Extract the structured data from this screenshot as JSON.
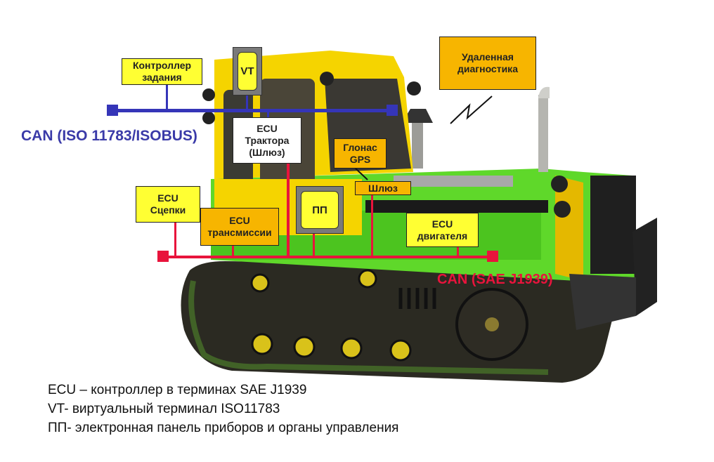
{
  "diagram": {
    "subject": "tractor",
    "buses": {
      "isobus": {
        "label": "CAN (ISO 11783/ISOBUS)",
        "color": "#3535b8"
      },
      "j1939": {
        "label": "CAN (SAE J1939)",
        "color": "#e8143c"
      }
    },
    "nodes": {
      "task_controller": {
        "label": "Контроллер\nзадания",
        "color": "#ffff33"
      },
      "vt": {
        "label": "VT",
        "color": "#ffff33"
      },
      "tractor_ecu": {
        "label": "ECU\nТрактора\n(Шлюз)",
        "color": "#ffffff"
      },
      "remote_diag": {
        "label": "Удаленная\nдиагностика",
        "color": "#f7b500"
      },
      "glonass_gps": {
        "label": "Глонас\nGPS",
        "color": "#f7b500"
      },
      "gateway": {
        "label": "Шлюз",
        "color": "#f7b500"
      },
      "hitch_ecu": {
        "label": "ECU\nСцепки",
        "color": "#ffff33"
      },
      "transmission_ecu": {
        "label": "ECU\nтрансмиссии",
        "color": "#f7b500"
      },
      "instrument_panel": {
        "label": "ПП",
        "color": "#ffff33"
      },
      "engine_ecu": {
        "label": "ECU\nдвигателя",
        "color": "#ffff33"
      }
    },
    "icons": {
      "wireless_link": "lightning-zigzag"
    }
  },
  "legend": [
    "ECU – контроллер в терминах SAE J1939",
    "VT- виртуальный терминал ISO11783",
    "ПП- электронная панель приборов и органы управления"
  ]
}
